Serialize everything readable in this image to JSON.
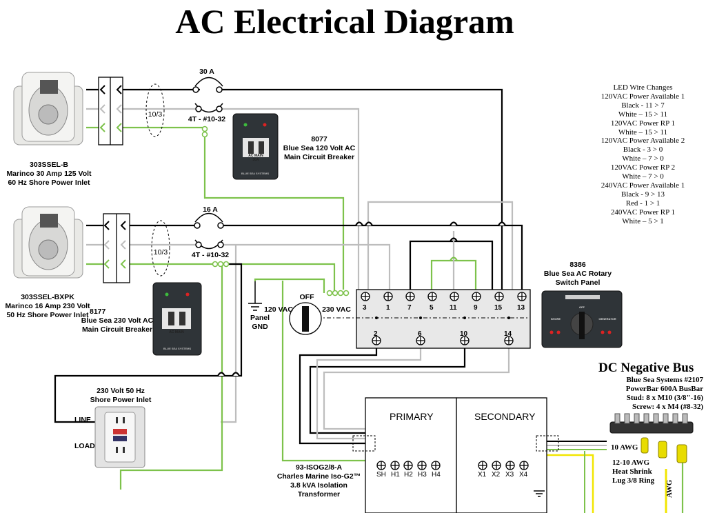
{
  "title": "AC Electrical Diagram",
  "inlet_30a": {
    "model": "303SSEL-B",
    "line1": "Marinco 30 Amp 125 Volt",
    "line2": "60 Hz Shore Power Inlet"
  },
  "inlet_16a": {
    "model": "303SSEL-BXPK",
    "line1": "Marinco 16 Amp 230 Volt",
    "line2": "50 Hz Shore Power Inlet"
  },
  "cable_label_top": "10/3",
  "cable_label_bottom": "10/3",
  "breaker_30a": {
    "rating": "30 A",
    "terminal": "4T - #10-32"
  },
  "breaker_16a": {
    "rating": "16 A",
    "terminal": "4T - #10-32"
  },
  "panel_8077": {
    "part": "8077",
    "line1": "Blue Sea 120 Volt AC",
    "line2": "Main Circuit Breaker",
    "panel_text": "AC MAIN",
    "panel_sub": "30A",
    "brand": "BLUE SEA SYSTEMS"
  },
  "panel_8177": {
    "part": "8177",
    "line1": "Blue Sea 230 Volt AC",
    "line2": "Main Circuit Breaker",
    "panel_text": "AC MAIN",
    "brand": "BLUE SEA SYSTEMS"
  },
  "panel_8386": {
    "part": "8386",
    "line1": "Blue Sea AC Rotary",
    "line2": "Switch Panel",
    "off": "OFF",
    "shore": "SHORE",
    "generator": "GENERATOR"
  },
  "rotary": {
    "off": "OFF",
    "left": "120 VAC",
    "right": "230 VAC"
  },
  "panel_gnd": {
    "line1": "Panel",
    "line2": "GND"
  },
  "switch_terminals_top": [
    "3",
    "1",
    "7",
    "5",
    "11",
    "9",
    "15",
    "13"
  ],
  "switch_terminals_bottom": [
    "2",
    "6",
    "10",
    "14"
  ],
  "led_notes": [
    "LED Wire Changes",
    "120VAC Power Available 1",
    "Black -  11 > 7",
    "White – 15 > 11",
    "120VAC Power RP 1",
    "White – 15 > 11",
    "120VAC Power Available 2",
    "Black -  3 > 0",
    "White – 7 > 0",
    "120VAC Power RP 2",
    "White – 7 > 0",
    "240VAC Power Available 1",
    "Black -  9 > 13",
    "Red -  1 > 1",
    "240VAC Power RP 1",
    "White – 5 > 1"
  ],
  "outlet": {
    "line1": "230 Volt 50 Hz",
    "line2": "Shore Power Inlet",
    "line_label": "LINE",
    "load_label": "LOAD"
  },
  "transformer": {
    "primary": "PRIMARY",
    "secondary": "SECONDARY",
    "primary_terminals": [
      "SH",
      "H1",
      "H2",
      "H3",
      "H4"
    ],
    "secondary_terminals": [
      "X1",
      "X2",
      "X3",
      "X4"
    ],
    "line1": "93-ISOG2/8-A",
    "line2": "Charles Marine  Iso-G2™",
    "line3": "3.8 kVA Isolation",
    "line4": "Transformer"
  },
  "dc_bus": {
    "title": "DC Negative Bus",
    "line1": "Blue Sea Systems #2107",
    "line2": "PowerBar 600A BusBar",
    "line3": "Stud: 8 x M10 (3/8\"-16)",
    "line4": "Screw: 4 x M4 (#8-32)",
    "awg_10": "10 AWG",
    "lug1": "12-10 AWG",
    "lug2": "Heat Shrink",
    "lug3": "Lug 3/8 Ring",
    "awg_vert": "AWG"
  },
  "colors": {
    "black_wire": "#000000",
    "white_wire": "#bdbdbd",
    "green_wire": "#7dc24b",
    "yellow_wire": "#f2e600",
    "panel": "#2f3438",
    "switch_body": "#e8e8e8"
  }
}
